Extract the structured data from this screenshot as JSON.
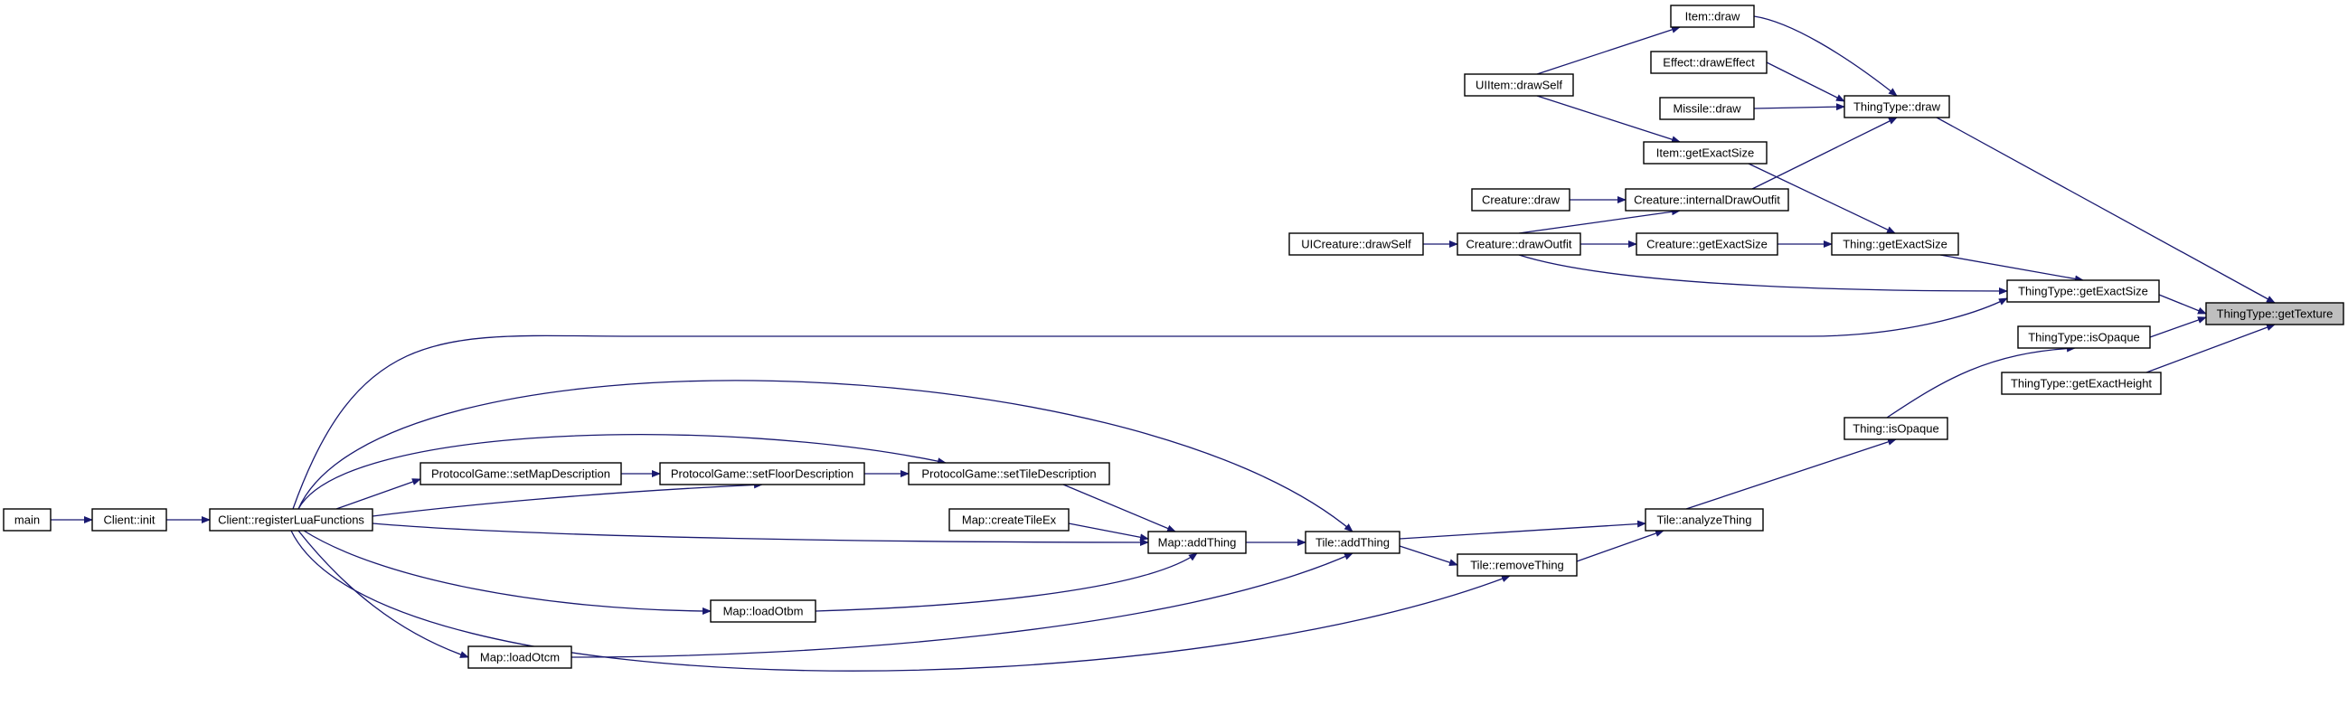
{
  "diagram": {
    "type": "caller-graph",
    "edge_color": "#191970",
    "root_fill": "#bfbfbf",
    "nodes": [
      {
        "id": "getTexture",
        "label": "ThingType::getTexture",
        "root": true
      },
      {
        "id": "tt_getExactSize",
        "label": "ThingType::getExactSize"
      },
      {
        "id": "tt_isOpaque",
        "label": "ThingType::isOpaque"
      },
      {
        "id": "tt_getExactHeight",
        "label": "ThingType::getExactHeight"
      },
      {
        "id": "tt_draw",
        "label": "ThingType::draw"
      },
      {
        "id": "thing_getExactSize",
        "label": "Thing::getExactSize"
      },
      {
        "id": "thing_isOpaque",
        "label": "Thing::isOpaque"
      },
      {
        "id": "item_draw",
        "label": "Item::draw"
      },
      {
        "id": "effect_drawEffect",
        "label": "Effect::drawEffect"
      },
      {
        "id": "missile_draw",
        "label": "Missile::draw"
      },
      {
        "id": "item_getExactSize",
        "label": "Item::getExactSize"
      },
      {
        "id": "uiitem_drawSelf",
        "label": "UIItem::drawSelf"
      },
      {
        "id": "creature_internalDrawOutfit",
        "label": "Creature::internalDrawOutfit"
      },
      {
        "id": "creature_draw",
        "label": "Creature::draw"
      },
      {
        "id": "creature_getExactSize",
        "label": "Creature::getExactSize"
      },
      {
        "id": "creature_drawOutfit",
        "label": "Creature::drawOutfit"
      },
      {
        "id": "uicreature_drawSelf",
        "label": "UICreature::drawSelf"
      },
      {
        "id": "tile_analyzeThing",
        "label": "Tile::analyzeThing"
      },
      {
        "id": "tile_addThing",
        "label": "Tile::addThing"
      },
      {
        "id": "tile_removeThing",
        "label": "Tile::removeThing"
      },
      {
        "id": "map_addThing",
        "label": "Map::addThing"
      },
      {
        "id": "map_createTileEx",
        "label": "Map::createTileEx"
      },
      {
        "id": "pg_setTileDescription",
        "label": "ProtocolGame::setTileDescription"
      },
      {
        "id": "pg_setFloorDescription",
        "label": "ProtocolGame::setFloorDescription"
      },
      {
        "id": "pg_setMapDescription",
        "label": "ProtocolGame::setMapDescription"
      },
      {
        "id": "map_loadOtbm",
        "label": "Map::loadOtbm"
      },
      {
        "id": "map_loadOtcm",
        "label": "Map::loadOtcm"
      },
      {
        "id": "client_registerLuaFunctions",
        "label": "Client::registerLuaFunctions"
      },
      {
        "id": "client_init",
        "label": "Client::init"
      },
      {
        "id": "main",
        "label": "main"
      }
    ]
  }
}
